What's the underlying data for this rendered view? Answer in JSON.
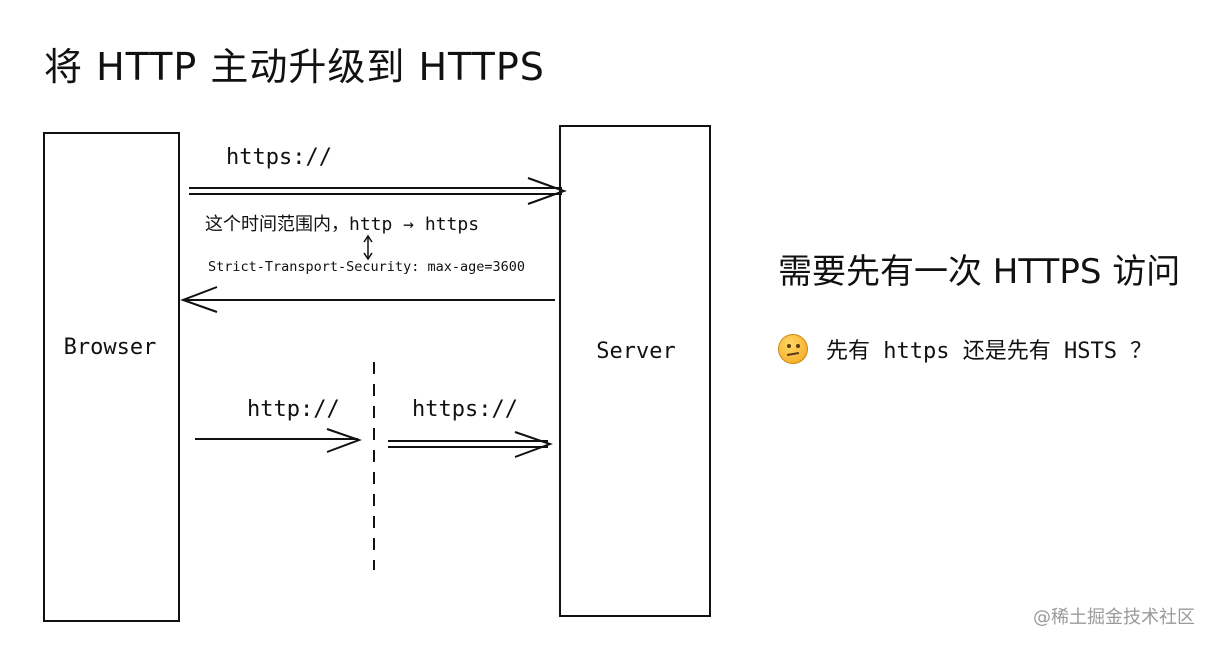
{
  "title": "将 HTTP 主动升级到 HTTPS",
  "diagram": {
    "browser_label": "Browser",
    "server_label": "Server",
    "top_request_label": "https://",
    "time_range_label": "这个时间范围内，http → https",
    "header_label": "Strict-Transport-Security: max-age=3600",
    "bottom_request_left_label": "http://",
    "bottom_request_right_label": "https://"
  },
  "side": {
    "heading": "需要先有一次 HTTPS 访问",
    "question": "先有 https 还是先有 HSTS ？",
    "emoji_icon": "thinking-face-icon"
  },
  "footer": "@稀土掘金技术社区"
}
